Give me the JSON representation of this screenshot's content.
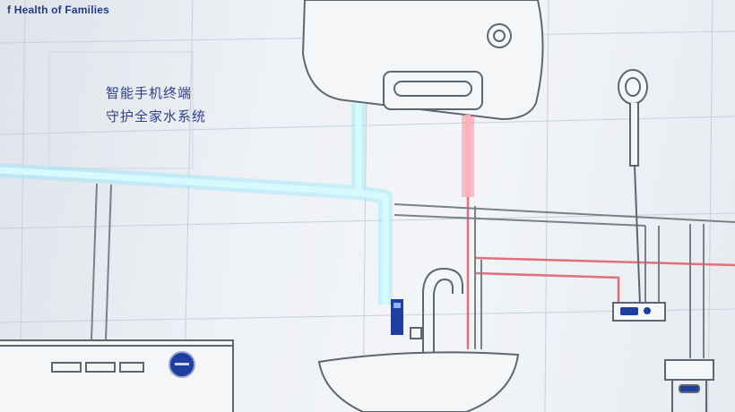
{
  "header": {
    "text": "f Health of Families"
  },
  "slogan": {
    "line1": "智能手机终端",
    "line2": "守护全家水系统"
  },
  "colors": {
    "wall": "#eef1f5",
    "outline": "#6b7280",
    "cold_water": "#7fe6ff",
    "hot_water": "#ff5a6e",
    "brand_blue": "#2d3f8f",
    "device_blue": "#1e3fa0"
  },
  "icons": [
    "water-heater",
    "shower-head",
    "faucet",
    "sink-basin",
    "washing-machine",
    "wall-control-panel",
    "toilet-valve"
  ]
}
